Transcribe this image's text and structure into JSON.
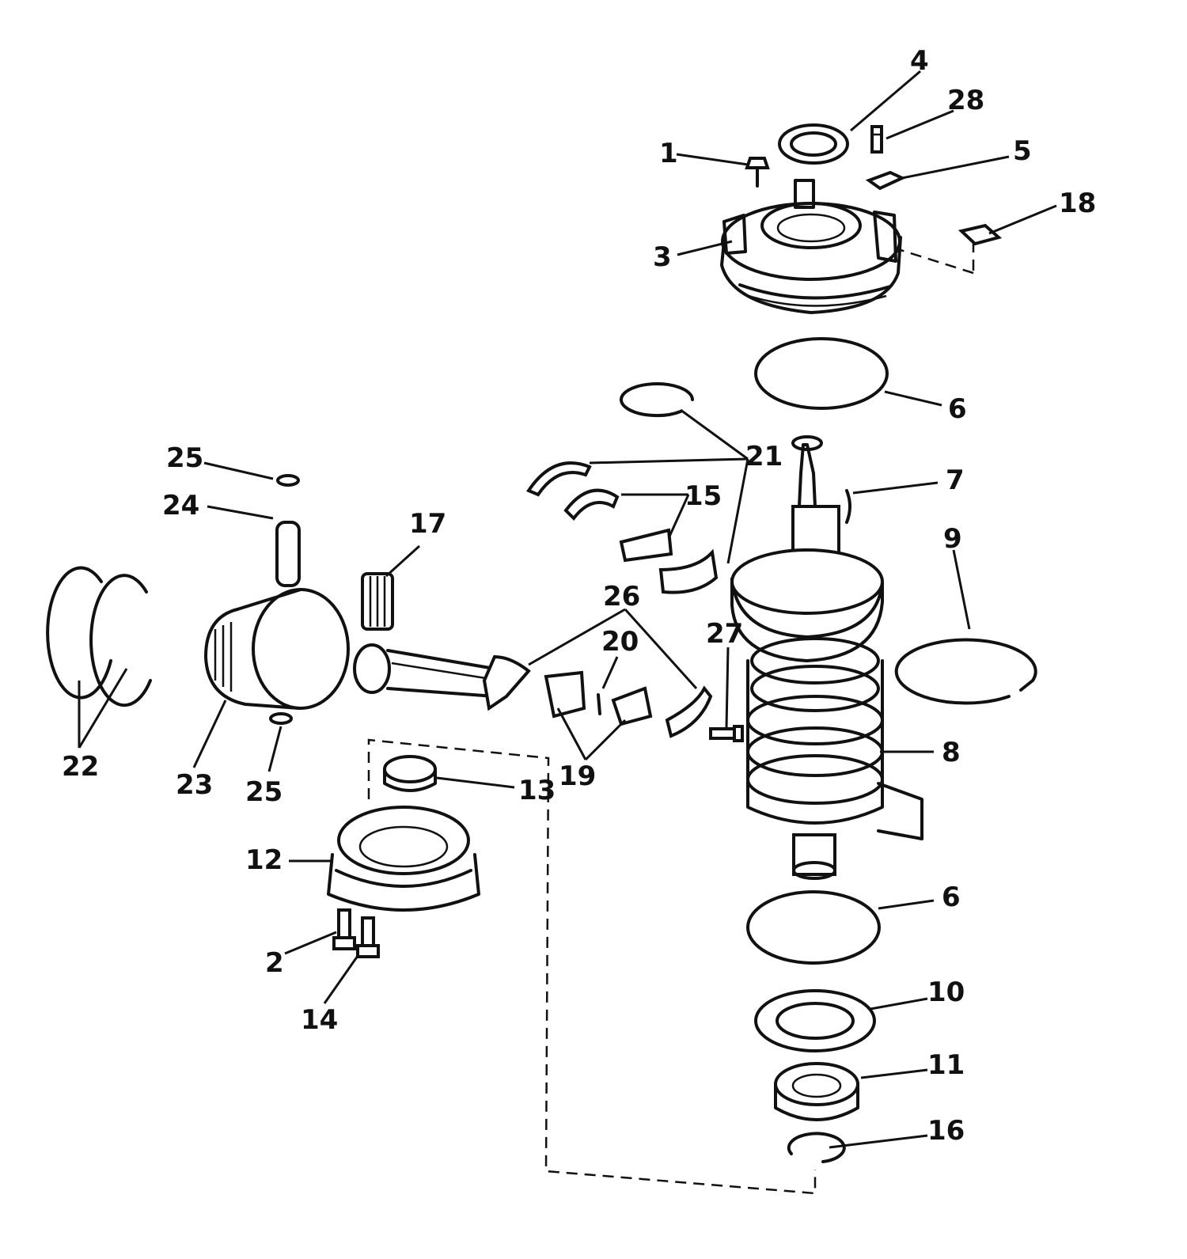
{
  "diagram": {
    "callouts": {
      "c1": "1",
      "c2": "2",
      "c3": "3",
      "c4": "4",
      "c5": "5",
      "c6a": "6",
      "c6b": "6",
      "c7": "7",
      "c8": "8",
      "c9": "9",
      "c10": "10",
      "c11": "11",
      "c12": "12",
      "c13": "13",
      "c14": "14",
      "c15": "15",
      "c16": "16",
      "c17": "17",
      "c18": "18",
      "c19": "19",
      "c20": "20",
      "c21": "21",
      "c22": "22",
      "c23": "23",
      "c24": "24",
      "c25a": "25",
      "c25b": "25",
      "c26": "26",
      "c27": "27",
      "c28": "28"
    }
  }
}
